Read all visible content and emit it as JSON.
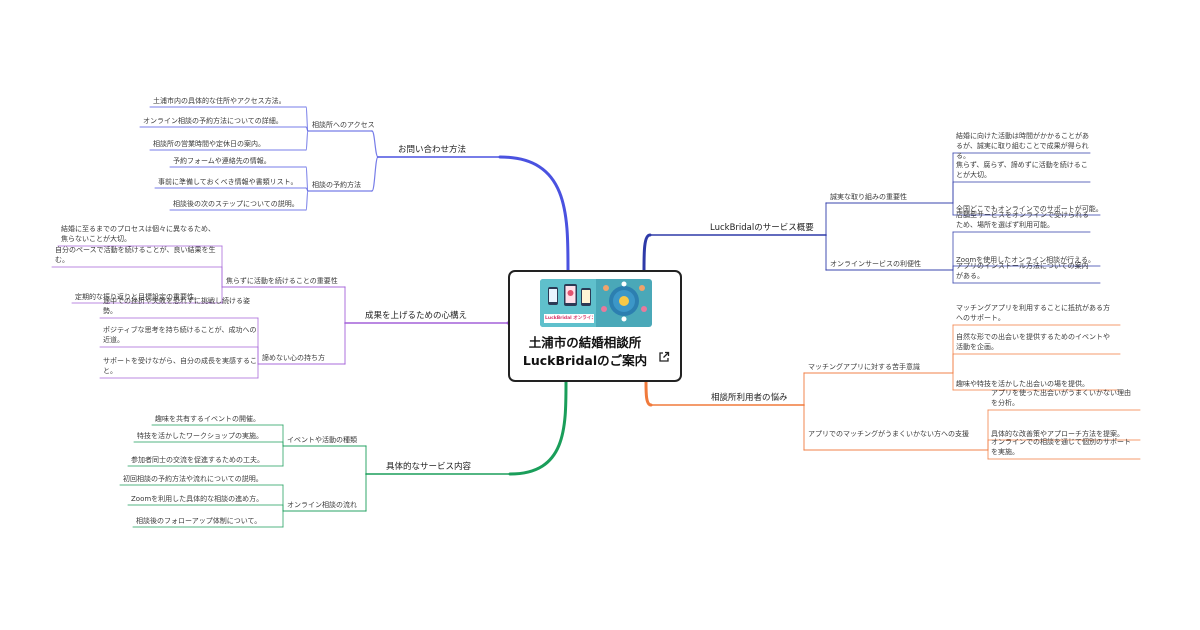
{
  "root": {
    "title_line1": "土浦市の結婚相談所",
    "title_line2": "LuckBridalのご案内",
    "thumbnail_caption": "LuckBridal オンライン婚活"
  },
  "branches": [
    {
      "id": "b1",
      "label": "お問い合わせ方法",
      "color": "#4a52e0",
      "children": [
        {
          "label": "相談所へのアクセス",
          "leaves": [
            "土浦市内の具体的な住所やアクセス方法。",
            "オンライン相談の予約方法についての詳細。",
            "相談所の営業時間や定休日の案内。"
          ]
        },
        {
          "label": "相談の予約方法",
          "leaves": [
            "予約フォームや連絡先の情報。",
            "事前に準備しておくべき情報や書類リスト。",
            "相談後の次のステップについての説明。"
          ]
        }
      ]
    },
    {
      "id": "b2",
      "label": "成果を上げるための心構え",
      "color": "#a461d8",
      "children": [
        {
          "label": "焦らずに活動を続けることの重要性",
          "leaves": [
            "結婚に至るまでのプロセスは個々に異なるため、焦らないことが大切。",
            "自分のペースで活動を続けることが、良い結果を生む。",
            "定期的な振り返りと目標設定の重要性。"
          ]
        },
        {
          "label": "諦めない心の持ち方",
          "leaves": [
            "途中での挫折や失敗を恐れずに挑戦し続ける姿勢。",
            "ポジティブな思考を持ち続けることが、成功への近道。",
            "サポートを受けながら、自分の成長を実感すること。"
          ]
        }
      ]
    },
    {
      "id": "b3",
      "label": "具体的なサービス内容",
      "color": "#1a9e5a",
      "children": [
        {
          "label": "イベントや活動の種類",
          "leaves": [
            "趣味を共有するイベントの開催。",
            "特技を活かしたワークショップの実施。",
            "参加者同士の交流を促進するための工夫。"
          ]
        },
        {
          "label": "オンライン相談の流れ",
          "leaves": [
            "初回相談の予約方法や流れについての説明。",
            "Zoomを利用した具体的な相談の進め方。",
            "相談後のフォローアップ体制について。"
          ]
        }
      ]
    },
    {
      "id": "b4",
      "label": "LuckBridalのサービス概要",
      "color": "#2e3aa8",
      "children": [
        {
          "label": "誠実な取り組みの重要性",
          "leaves": [
            "結婚に向けた活動は時間がかかることがあるが、誠実に取り組むことで成果が得られる。",
            "焦らず、腐らず、諦めずに活動を続けることが大切。",
            "全国どこでもオンラインでのサポートが可能。"
          ]
        },
        {
          "label": "オンラインサービスの利便性",
          "leaves": [
            "店舗型サービスをオンラインで受けられるため、場所を選ばず利用可能。",
            "Zoomを使用したオンライン相談が行える。",
            "アプリのインストール方法についての案内がある。"
          ]
        }
      ]
    },
    {
      "id": "b5",
      "label": "相談所利用者の悩み",
      "color": "#f07a3c",
      "children": [
        {
          "label": "マッチングアプリに対する苦手意識",
          "leaves": [
            "マッチングアプリを利用することに抵抗がある方へのサポート。",
            "自然な形での出会いを提供するためのイベントや活動を企画。",
            "趣味や特技を活かした出会いの場を提供。"
          ]
        },
        {
          "label": "アプリでのマッチングがうまくいかない方への支援",
          "leaves": [
            "アプリを使った出会いがうまくいかない理由を分析。",
            "具体的な改善策やアプローチ方法を提案。",
            "オンラインでの相談を通じて個別のサポートを実施。"
          ]
        }
      ]
    }
  ]
}
